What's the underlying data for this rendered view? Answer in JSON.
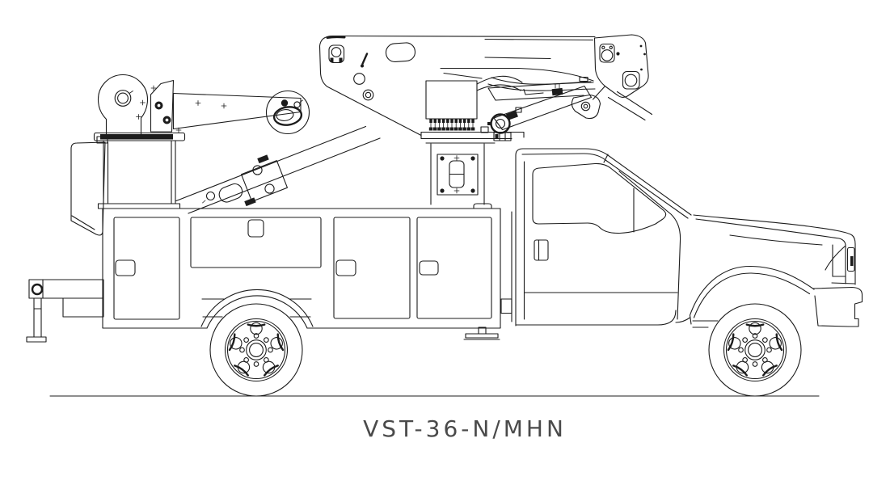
{
  "drawing": {
    "model_label": "VST-36-N/MHN",
    "description": "Side elevation CAD line drawing of an aerial-lift bucket truck with utility service body, stowed articulating boom, platform bucket and material-handling jib at rear",
    "colors": {
      "background": "#ffffff",
      "line": "#1c1c1c",
      "label_text": "#4a4a4a"
    },
    "parts": [
      "platform-bucket",
      "rotator-column",
      "winch-plate",
      "jib-arm",
      "jib-tip-roller",
      "hook",
      "tip-boom",
      "boom-bracket",
      "boom-base-plate",
      "upper-boom-beam",
      "elbow-plate",
      "leveling-link",
      "lower-boom",
      "lift-cylinder",
      "hose-coil",
      "valve-bank",
      "fittings-comb",
      "rotation-pedestal",
      "access-plate",
      "service-body",
      "compartment-door",
      "door-handle",
      "rear-outrigger",
      "body-step",
      "truck-cab",
      "door-window",
      "cab-door-handle",
      "hood",
      "grille",
      "headlight",
      "front-bumper",
      "rear-fender",
      "front-fender",
      "rear-wheel",
      "front-wheel",
      "ground-line"
    ]
  }
}
